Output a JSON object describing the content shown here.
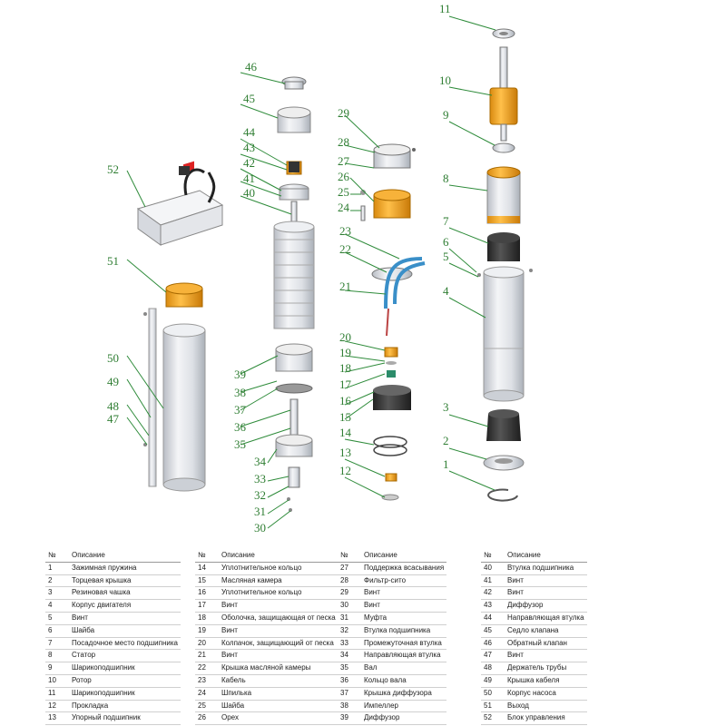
{
  "callouts": [
    "1",
    "2",
    "3",
    "4",
    "5",
    "6",
    "7",
    "8",
    "9",
    "10",
    "11",
    "12",
    "13",
    "14",
    "15",
    "16",
    "17",
    "18",
    "19",
    "20",
    "21",
    "22",
    "23",
    "24",
    "25",
    "26",
    "27",
    "28",
    "29",
    "30",
    "31",
    "32",
    "33",
    "34",
    "35",
    "36",
    "37",
    "38",
    "39",
    "40",
    "41",
    "42",
    "43",
    "44",
    "45",
    "46",
    "47",
    "48",
    "49",
    "50",
    "51",
    "52"
  ],
  "table_header": {
    "no": "№",
    "desc": "Описание"
  },
  "parts": [
    {
      "no": "1",
      "desc": "Зажимная пружина"
    },
    {
      "no": "2",
      "desc": "Торцевая крышка"
    },
    {
      "no": "3",
      "desc": "Резиновая чашка"
    },
    {
      "no": "4",
      "desc": "Корпус двигателя"
    },
    {
      "no": "5",
      "desc": "Винт"
    },
    {
      "no": "6",
      "desc": "Шайба"
    },
    {
      "no": "7",
      "desc": "Посадочное место подшипника"
    },
    {
      "no": "8",
      "desc": "Статор"
    },
    {
      "no": "9",
      "desc": "Шарикоподшипник"
    },
    {
      "no": "10",
      "desc": "Ротор"
    },
    {
      "no": "11",
      "desc": "Шарикоподшипник"
    },
    {
      "no": "12",
      "desc": "Прокладка"
    },
    {
      "no": "13",
      "desc": "Упорный подшипник"
    },
    {
      "no": "14",
      "desc": "Уплотнительное кольцо"
    },
    {
      "no": "15",
      "desc": "Масляная камера"
    },
    {
      "no": "16",
      "desc": "Уплотнительное кольцо"
    },
    {
      "no": "17",
      "desc": "Винт"
    },
    {
      "no": "18",
      "desc": "Оболочка, защищающая от песка"
    },
    {
      "no": "19",
      "desc": "Винт"
    },
    {
      "no": "20",
      "desc": "Колпачок, защищающий от песка"
    },
    {
      "no": "21",
      "desc": "Винт"
    },
    {
      "no": "22",
      "desc": "Крышка масляной камеры"
    },
    {
      "no": "23",
      "desc": "Кабель"
    },
    {
      "no": "24",
      "desc": "Шпилька"
    },
    {
      "no": "25",
      "desc": "Шайба"
    },
    {
      "no": "26",
      "desc": "Орех"
    },
    {
      "no": "27",
      "desc": "Поддержка всасывания"
    },
    {
      "no": "28",
      "desc": "Фильтр-сито"
    },
    {
      "no": "29",
      "desc": "Винт"
    },
    {
      "no": "30",
      "desc": "Винт"
    },
    {
      "no": "31",
      "desc": "Муфта"
    },
    {
      "no": "32",
      "desc": "Втулка подшипника"
    },
    {
      "no": "33",
      "desc": "Промежуточная втулка"
    },
    {
      "no": "34",
      "desc": "Направляющая втулка"
    },
    {
      "no": "35",
      "desc": "Вал"
    },
    {
      "no": "36",
      "desc": "Кольцо вала"
    },
    {
      "no": "37",
      "desc": "Крышка диффузора"
    },
    {
      "no": "38",
      "desc": "Импеллер"
    },
    {
      "no": "39",
      "desc": "Диффузор"
    },
    {
      "no": "40",
      "desc": "Втулка подшипника"
    },
    {
      "no": "41",
      "desc": "Винт"
    },
    {
      "no": "42",
      "desc": "Винт"
    },
    {
      "no": "43",
      "desc": "Диффузор"
    },
    {
      "no": "44",
      "desc": "Направляющая втулка"
    },
    {
      "no": "45",
      "desc": "Седло клапана"
    },
    {
      "no": "46",
      "desc": "Обратный клапан"
    },
    {
      "no": "47",
      "desc": "Винт"
    },
    {
      "no": "48",
      "desc": "Держатель трубы"
    },
    {
      "no": "49",
      "desc": "Крышка кабеля"
    },
    {
      "no": "50",
      "desc": "Корпус насоса"
    },
    {
      "no": "51",
      "desc": "Выход"
    },
    {
      "no": "52",
      "desc": "Блок управления"
    }
  ],
  "colors": {
    "callout": "#2e7d32",
    "leader": "#2e8b3a",
    "orange": "#f0a020",
    "steel": "#d6d9df",
    "dark": "#3a3a3a"
  }
}
